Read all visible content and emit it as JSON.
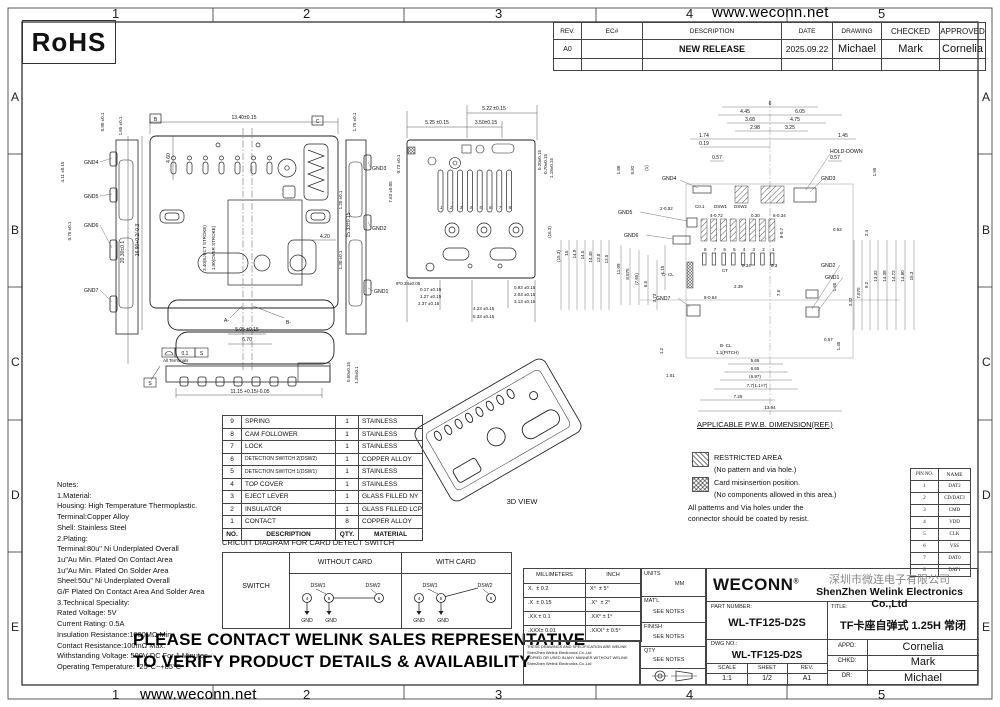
{
  "site": {
    "url_top": "www.weconn.net",
    "url_bottom": "www.weconn.net",
    "rohs": "RoHS"
  },
  "zones": {
    "c1": "1",
    "c2": "2",
    "c3": "3",
    "c4": "4",
    "c5": "5",
    "r1": "A",
    "r2": "B",
    "r3": "C",
    "r4": "D",
    "r5": "E"
  },
  "rev_table": {
    "h": [
      "REV.",
      "EC#",
      "DESCRIPTION",
      "DATE",
      "DRAWING",
      "CHECKED",
      "APPROVED"
    ],
    "row": [
      "A0",
      "",
      "NEW RELEASE",
      "2025.09.22",
      "Michael",
      "Mark",
      "Cornelia"
    ]
  },
  "views": {
    "top": {
      "dims": [
        "13.40±0.15",
        "20.30±0.1",
        "16.90+0.2/-0.3",
        "4.60",
        "3.40(EJECT STROKE)",
        "1.00(OVER STROKE)",
        "15.33±0.15",
        "4.20",
        "5.05 ±0.15",
        "6.70"
      ],
      "sections": [
        "A-",
        "B-"
      ],
      "datums": [
        "B",
        "C"
      ]
    },
    "left": {
      "labels": [
        "GND4",
        "GND5",
        "GND6",
        "GND7"
      ],
      "dims": [
        "0.90 ±0.1",
        "1.65 ±0.1",
        "4.11 ±0.15",
        "0.75 ±0.1"
      ]
    },
    "right": {
      "labels": [
        "GND3",
        "GND2",
        "GND1"
      ],
      "dims": [
        "1.75 ±0.1",
        "7.63 ±0.05",
        "1.25 ±0.1",
        "1.30 ±0.1"
      ]
    },
    "bottom": {
      "pins": [
        "1",
        "2",
        "3",
        "4",
        "5",
        "6",
        "7",
        "8"
      ],
      "dims": [
        "5.22 ±0.15",
        "5.25 ±0.15",
        "3.50±0.15",
        "0.73 ±0.1",
        "0.20±0.15",
        "0.70±0.15",
        "1.18±0.15",
        "8*0.34±0.05",
        "0.17 ±0.15",
        "1.27 ±0.15",
        "2.37 ±0.15",
        "0.93 ±0.15",
        "2.03 ±0.15",
        "3.13 ±0.15",
        "4.23 ±0.15",
        "5.33 ±0.15",
        "(16.3)"
      ]
    },
    "pwb": {
      "caption": "APPLICABLE P.W.B. DIMENSION(REF.)",
      "labels": [
        "HOLD-DOWN",
        "GND3",
        "GND4",
        "GND5",
        "GND6",
        "GND7",
        "GND2",
        "GND1",
        "DSW1",
        "DSW2",
        "CT",
        "C0.1",
        "C- CL",
        "B- CL"
      ],
      "top_dims": [
        "6",
        "4.45",
        "6.05",
        "3.68",
        "4.75",
        "2.98",
        "3.25",
        "1.74",
        "1.45",
        "0.19",
        "0.57",
        "0.57",
        "1.86",
        "0.82",
        "(1)",
        "1.95",
        "2-0.52",
        "4-0.72",
        "0.30",
        "6-0.34",
        "8-0.7",
        "0.52",
        "2.4"
      ],
      "left_dims": [
        "(15.3)",
        "15",
        "14.9",
        "14.5",
        "14.45",
        "13.8",
        "13.5",
        "11.09",
        "8.875",
        "(7.65)",
        "6.5",
        "3.73",
        "1.15"
      ],
      "mid_dims": [
        "0.34",
        "0.3",
        "2.39",
        "7.6",
        "8-0.64",
        "1.2",
        "1.01",
        "1.1(PITCH)"
      ],
      "bottom_dims": [
        "5.65",
        "6.65",
        "(6.97)",
        "7.7(1.1×7)",
        "7.25",
        "13.94"
      ],
      "right_dims": [
        "3.32",
        "1.65",
        "7.675",
        "9.2",
        "13.32",
        "14.38",
        "14.72",
        "14.80",
        "15.3",
        "0.57",
        "1.45"
      ]
    },
    "detail": {
      "flatness": "0.1",
      "datum": "S",
      "note": "All Terminals",
      "dims": [
        "11.15 +0.15/-0.05",
        "0.50±0.15",
        "1.25±0.1"
      ]
    },
    "d3": {
      "label": "3D VIEW"
    }
  },
  "legend": {
    "item1": "RESTRICTED AREA",
    "item1b": "(No pattern and via hole.)",
    "item2": "Card misinsertion position.",
    "item2b": "(No components allowed in this area.)",
    "note1": "All patterns and Via holes under the",
    "note2": "connector should be coated by resist."
  },
  "pin_table": {
    "h": [
      "PIN NO.",
      "NAME"
    ],
    "rows": [
      [
        "1",
        "DAT2"
      ],
      [
        "2",
        "CD/DAT3"
      ],
      [
        "3",
        "CMD"
      ],
      [
        "4",
        "VDD"
      ],
      [
        "5",
        "CLK"
      ],
      [
        "6",
        "VSS"
      ],
      [
        "7",
        "DAT0"
      ],
      [
        "8",
        "DAT1"
      ]
    ]
  },
  "parts_table": {
    "h": [
      "NO.",
      "DESCRIPTION",
      "QTY.",
      "MATERIAL"
    ],
    "rows": [
      [
        "9",
        "SPRING",
        "1",
        "STAINLESS"
      ],
      [
        "8",
        "CAM FOLLOWER",
        "1",
        "STAINLESS"
      ],
      [
        "7",
        "LOCK",
        "1",
        "STAINLESS"
      ],
      [
        "6",
        "DETECTION SWITCH 2(DSW2)",
        "1",
        "COPPER ALLOY"
      ],
      [
        "5",
        "DETECTION SWITCH 1(DSW1)",
        "1",
        "STAINLESS"
      ],
      [
        "4",
        "TOP COVER",
        "1",
        "STAINLESS"
      ],
      [
        "3",
        "EJECT LEVER",
        "1",
        "GLASS FILLED NY"
      ],
      [
        "2",
        "INSULATOR",
        "1",
        "GLASS FILLED LCP"
      ],
      [
        "1",
        "CONTACT",
        "8",
        "COPPER ALLOY"
      ]
    ]
  },
  "notes": {
    "lines": [
      "Notes:",
      "1.Material:",
      " Housing: High Temperature Thermoplastic.",
      " Terminal:Copper Alloy",
      " Shell: Stainless Steel",
      "2.Plating:",
      " Terminal:80u\" Ni Underplated Overall",
      " 1u\"Au Min. Plated On Contact Area",
      " 1u\"Au Min. Plated On Solder Area",
      " Sheel:50u\" Ni Underplated Overall",
      " G/F Plated On Contact Area And Solder Area",
      "3.Technical Speciality:",
      " Rated Voltage: 5V",
      " Current Rating: 0.5A",
      " Insulation Resistance:1000MΩ Min.",
      " Contact Resistance:100mΩ Max.",
      " Withstanding Voltage: 500V DC For 1 Minutes.",
      " Operating Temperature: -25°C~+85°C"
    ]
  },
  "circuit": {
    "title": "CRICUIT DIAGRAM FOR CARD DETECT SWITCH",
    "switch": "SWITCH",
    "col1": "WITHOUT CARD",
    "col2": "WITH CARD",
    "dsw1": "DSW1",
    "dsw2": "DSW2",
    "p4": "4",
    "p5": "5",
    "p6": "6",
    "gnd": "GND"
  },
  "disclaimer": {
    "line1": "PLEASE CONTACT WELINK SALES REPRESENTATIVE",
    "line2": "TO VERIFY PRODUCT DETAILS & AVAILABILITY"
  },
  "title_block": {
    "tol": {
      "h1": "MILLIMETERS",
      "h2": "INCH",
      "rows": [
        [
          "X.  ± 0.2",
          "X°  ± 5°"
        ],
        [
          ".X  ± 0.15",
          ".X°  ± 2°"
        ],
        [
          ".XX ± 0.1",
          ".XX° ± 1°"
        ],
        [
          ".XXX± 0.01",
          ".XXX° ± 0.5°"
        ]
      ]
    },
    "legalese": [
      "THESE DRAWINGS AND SPECIFICATION ARE WELINK",
      "ShenZhen Welink Electronics Co.,Ltd",
      "COPIED OR USED IN ANY MANNER WITHOUT WELINK",
      "ShenZhen Welink Electronics Co.,Ltd"
    ],
    "units_label": "UNITS",
    "units_value": "MM",
    "matl_label": "MAT'L",
    "matl_value": "SEE NOTES",
    "finish_label": "FINISH",
    "finish_value": "SEE NOTES",
    "qty_label": "QTY",
    "qty_value": "SEE NOTES",
    "logo": "WECONN",
    "reg": "®",
    "company_cn": "深圳市微连电子有限公司",
    "company_en": "ShenZhen Welink Electronics Co.,Ltd",
    "pn_label": "PART NUMBER:",
    "pn": "WL-TF125-D2S",
    "title_label": "TITLE:",
    "title": "TF卡座自弹式 1.25H 常闭",
    "dwg_label": "DWG NO.:",
    "dwg": "WL-TF125-D2S",
    "scale_label": "SCALE",
    "sheet_label": "SHEET",
    "rev_label": "REV.",
    "scale": "1:1",
    "sheet": "1/2",
    "rev": "A1",
    "appd_label": "APPD:",
    "appd": "Cornelia",
    "chkd_label": "CHKD:",
    "chkd": "Mark",
    "dr_label": "DR:",
    "dr": "Michael"
  }
}
